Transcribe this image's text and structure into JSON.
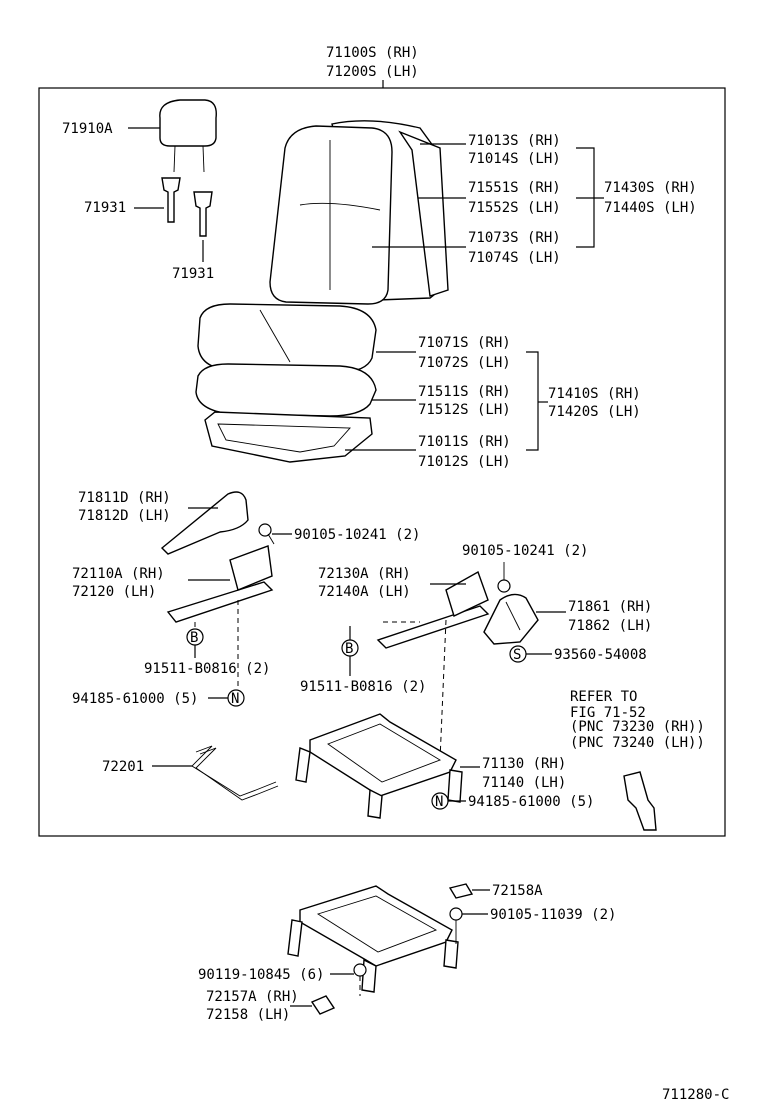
{
  "title_lines": [
    "71100S (RH)",
    "71200S (LH)"
  ],
  "parts": {
    "headrest": "71910A",
    "guide_left": "71931",
    "guide_bottom": "71931",
    "back_cover_rh": "71013S (RH)",
    "back_cover_lh": "71014S (LH)",
    "back_pad_rh": "71551S (RH)",
    "back_pad_lh": "71552S (LH)",
    "back_frame_rh": "71073S (RH)",
    "back_frame_lh": "71074S (LH)",
    "back_assy_rh": "71430S (RH)",
    "back_assy_lh": "71440S (LH)",
    "cushion_cover_rh": "71071S (RH)",
    "cushion_cover_lh": "71072S (LH)",
    "cushion_pad_rh": "71511S (RH)",
    "cushion_pad_lh": "71512S (LH)",
    "cushion_assy_rh": "71410S (RH)",
    "cushion_assy_lh": "71420S (LH)",
    "cushion_frame_rh": "71011S (RH)",
    "cushion_frame_lh": "71012S (LH)",
    "shield_rh": "71811D (RH)",
    "shield_lh": "71812D (LH)",
    "screw_a": "90105-10241 (2)",
    "screw_b": "90105-10241 (2)",
    "adjuster_a_rh": "72110A (RH)",
    "adjuster_a_lh": "72120  (LH)",
    "adjuster_b_rh": "72130A (RH)",
    "adjuster_b_lh": "72140A (LH)",
    "cover_rh": "71861 (RH)",
    "cover_lh": "71862 (LH)",
    "clip_s": "93560-54008",
    "bolt_b_left": "91511-B0816 (2)",
    "bolt_b_mid": "91511-B0816 (2)",
    "nut_n_left": "94185-61000 (5)",
    "nut_n_right": "94185-61000 (5)",
    "rod": "72201",
    "leg_rh": "71130 (RH)",
    "leg_lh": "71140 (LH)",
    "cap": "72158A",
    "bolt_lower": "90105-11039 (2)",
    "bolt_lower_left": "90119-10845 (6)",
    "cover_lower_rh": "72157A (RH)",
    "cover_lower_lh": "72158  (LH)"
  },
  "refer": {
    "line1": "REFER  TO",
    "line2": "FIG 71-52",
    "line3": "(PNC  73230 (RH))",
    "line4": "(PNC  73240 (LH))"
  },
  "markers": {
    "b": "B",
    "n": "N",
    "s": "S"
  },
  "figure_code": "711280-C"
}
